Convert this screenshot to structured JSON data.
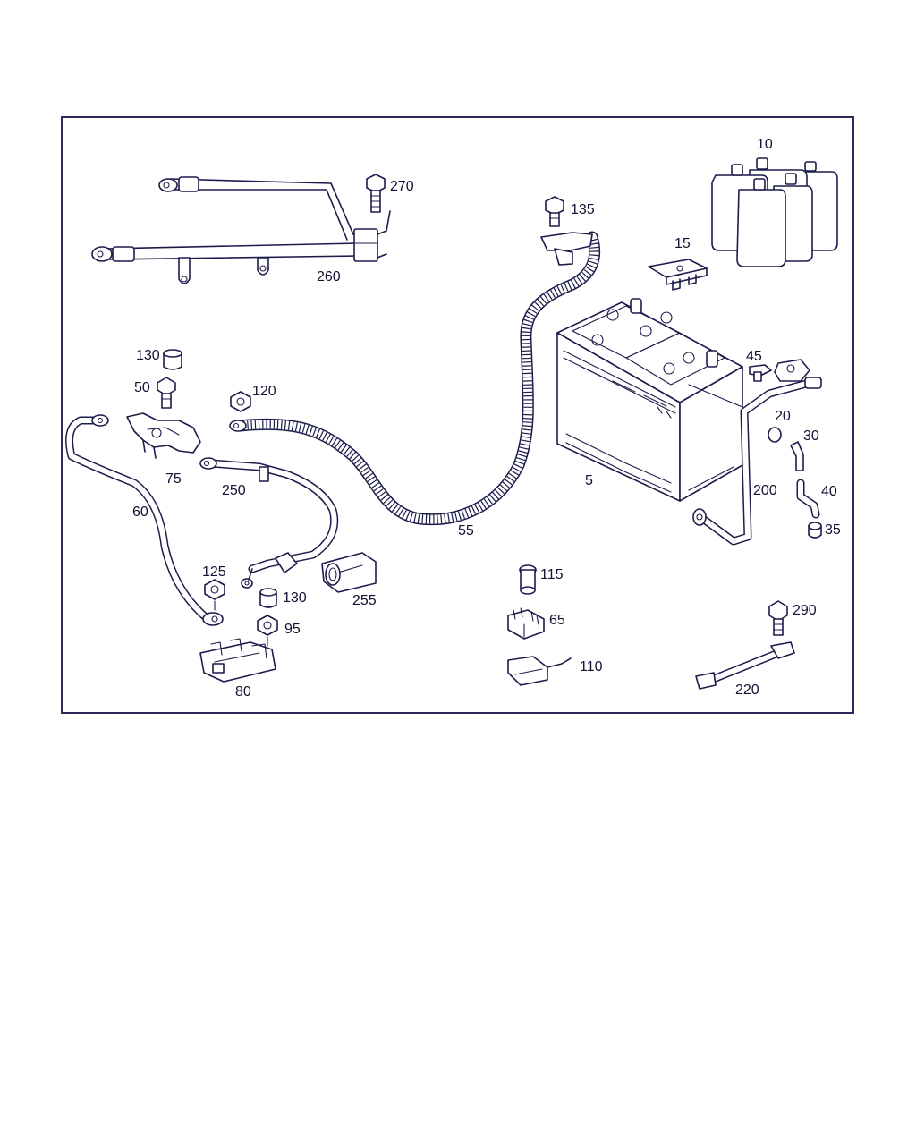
{
  "diagram": {
    "labels": {
      "p5": "5",
      "p10": "10",
      "p15": "15",
      "p20": "20",
      "p30": "30",
      "p35": "35",
      "p40": "40",
      "p45": "45",
      "p50": "50",
      "p55": "55",
      "p60": "60",
      "p65": "65",
      "p75": "75",
      "p80": "80",
      "p95": "95",
      "p110": "110",
      "p115": "115",
      "p120": "120",
      "p125": "125",
      "p130a": "130",
      "p130b": "130",
      "p135": "135",
      "p200": "200",
      "p220": "220",
      "p250": "250",
      "p255": "255",
      "p260": "260",
      "p270": "270",
      "p290": "290"
    }
  }
}
